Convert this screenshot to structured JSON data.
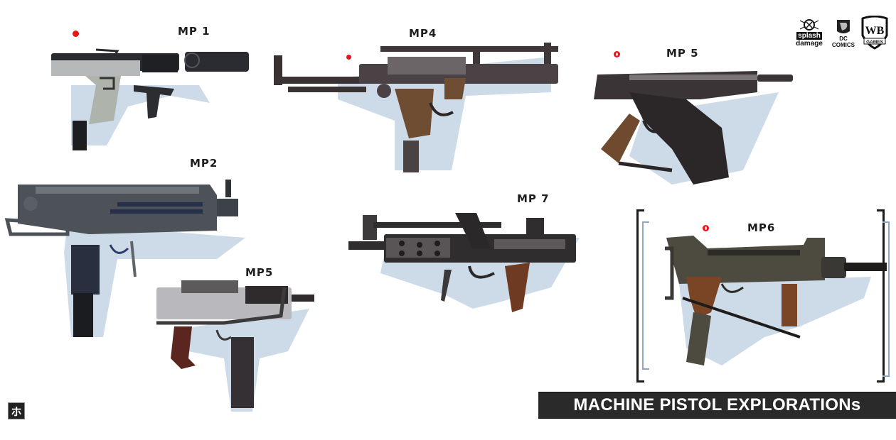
{
  "sheet": {
    "title": "MACHINE PISTOL EXPLORATIONs",
    "signature_glyph": "ホ",
    "colors": {
      "background": "#ffffff",
      "banner_bg": "#2a2a2a",
      "banner_text": "#ffffff",
      "marker_red": "#e8141a",
      "shadow_blue": "#c9d7e6",
      "wood_brown": "#7a4a2a",
      "metal_dark": "#2c2b2e",
      "metal_grey": "#5f6468",
      "metal_light": "#b9bcbf"
    }
  },
  "logos": [
    {
      "name": "splash damage",
      "line1": "splash",
      "line2": "damage"
    },
    {
      "name": "DC Comics",
      "line1": "DC",
      "line2": "COMICS"
    },
    {
      "name": "WB Games",
      "line1": "WB",
      "line2": "GAMES"
    }
  ],
  "weapons": [
    {
      "id": "mp1",
      "label": "MP 1",
      "selected_marker": true
    },
    {
      "id": "mp4",
      "label": "MP4",
      "selected_marker": true
    },
    {
      "id": "mp5a",
      "label": "MP 5",
      "selected_marker": true
    },
    {
      "id": "mp2",
      "label": "MP2",
      "selected_marker": false
    },
    {
      "id": "mp5b",
      "label": "MP5",
      "selected_marker": false
    },
    {
      "id": "mp7",
      "label": "MP 7",
      "selected_marker": false
    },
    {
      "id": "mp6",
      "label": "MP6",
      "selected_marker": true,
      "bracketed": true
    }
  ]
}
